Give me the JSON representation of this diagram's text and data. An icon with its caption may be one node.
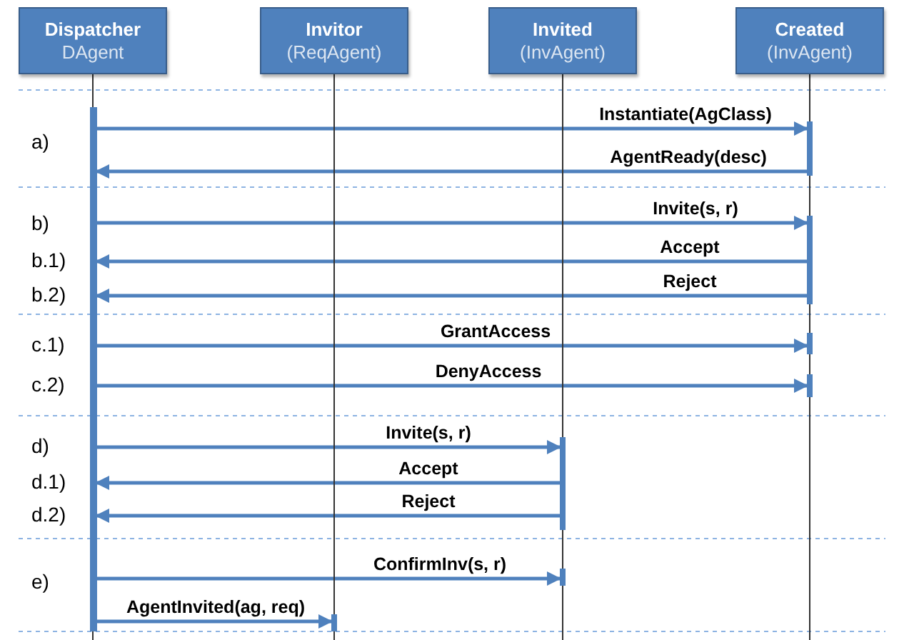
{
  "diagram": {
    "nodes": [
      {
        "text": [
          "Dispatcher",
          "DAgent"
        ]
      },
      {
        "text": [
          "Invitor",
          "(ReqAgent)"
        ]
      },
      {
        "text": [
          "Invited",
          "(InvAgent)"
        ]
      },
      {
        "text": [
          "Created",
          "(InvAgent)"
        ]
      },
      {
        "text": [],
        "shape": "bar"
      },
      {
        "text": [],
        "shape": "bar"
      },
      {
        "text": [],
        "shape": "bar"
      },
      {
        "text": [],
        "shape": "bar"
      },
      {
        "text": [],
        "shape": "bar"
      },
      {
        "text": [],
        "shape": "bar"
      },
      {
        "text": [],
        "shape": "bar"
      },
      {
        "text": [],
        "shape": "bar"
      }
    ],
    "edges": [
      {
        "from": 4,
        "to": 5,
        "arrow": "to",
        "label": "Instantiate(AgClass)",
        "style": "thick"
      },
      {
        "from": 5,
        "to": 4,
        "arrow": "to",
        "label": "AgentReady(desc)",
        "style": "thick"
      },
      {
        "from": 4,
        "to": 6,
        "arrow": "to",
        "label": "Invite(s, r)",
        "style": "thick"
      },
      {
        "from": 6,
        "to": 4,
        "arrow": "to",
        "label": "Accept",
        "style": "thick"
      },
      {
        "from": 6,
        "to": 4,
        "arrow": "to",
        "label": "Reject",
        "style": "thick"
      },
      {
        "from": 4,
        "to": 7,
        "arrow": "to",
        "label": "GrantAccess",
        "style": "thick"
      },
      {
        "from": 4,
        "to": 8,
        "arrow": "to",
        "label": "DenyAccess",
        "style": "thick"
      },
      {
        "from": 4,
        "to": 9,
        "arrow": "to",
        "label": "Invite(s, r)",
        "style": "thick"
      },
      {
        "from": 9,
        "to": 4,
        "arrow": "to",
        "label": "Accept",
        "style": "thick"
      },
      {
        "from": 9,
        "to": 4,
        "arrow": "to",
        "label": "Reject",
        "style": "thick"
      },
      {
        "from": 4,
        "to": 10,
        "arrow": "to",
        "label": "ConfirmInv(s, r)",
        "style": "thick"
      },
      {
        "from": 4,
        "to": 11,
        "arrow": "to",
        "label": "AgentInvited(ag, req)",
        "style": "thick"
      },
      {
        "from": 0,
        "to": 4,
        "arrow": "none",
        "color": "#333333"
      },
      {
        "from": 4,
        "to": null,
        "arrow": "none",
        "color": "#333333"
      },
      {
        "from": 1,
        "to": 11,
        "arrow": "none",
        "color": "#333333"
      },
      {
        "from": 11,
        "to": null,
        "arrow": "none",
        "color": "#333333"
      },
      {
        "from": 2,
        "to": 9,
        "arrow": "none",
        "color": "#333333"
      },
      {
        "from": 9,
        "to": 10,
        "arrow": "none",
        "color": "#333333"
      },
      {
        "from": 10,
        "to": null,
        "arrow": "none",
        "color": "#333333"
      },
      {
        "from": 3,
        "to": 5,
        "arrow": "none",
        "color": "#333333"
      },
      {
        "from": 5,
        "to": 6,
        "arrow": "none",
        "color": "#333333"
      },
      {
        "from": 6,
        "to": 7,
        "arrow": "none",
        "color": "#333333"
      },
      {
        "from": 7,
        "to": 8,
        "arrow": "none",
        "color": "#333333"
      },
      {
        "from": 8,
        "to": null,
        "arrow": "none",
        "color": "#333333"
      }
    ],
    "labels": [
      "a)",
      "b)",
      "b.1)",
      "b.2)",
      "c.1)",
      "c.2)",
      "d)",
      "d.1)",
      "d.2)",
      "e)"
    ]
  }
}
